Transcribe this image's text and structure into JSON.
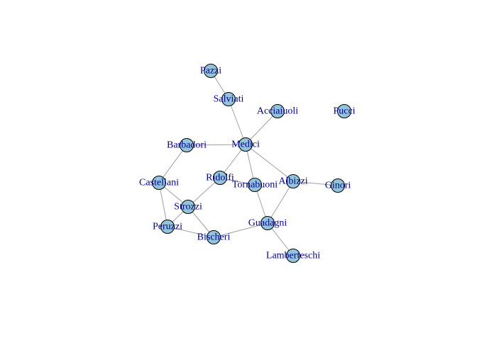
{
  "graph": {
    "node_color": "#94c4dc",
    "node_border_color": "#000000",
    "label_color": "#00008b",
    "edge_color": "#a0a0a0",
    "nodes": [
      {
        "id": "pazzi",
        "label": "Pazzi"
      },
      {
        "id": "salviati",
        "label": "Salviati"
      },
      {
        "id": "acciaiuoli",
        "label": "Acciaiuoli"
      },
      {
        "id": "pucci",
        "label": "Pucci"
      },
      {
        "id": "barbadori",
        "label": "Barbadori"
      },
      {
        "id": "medici",
        "label": "Medici"
      },
      {
        "id": "ridolfi",
        "label": "Ridolfi"
      },
      {
        "id": "tornabuoni",
        "label": "Tornabuoni"
      },
      {
        "id": "albizzi",
        "label": "Albizzi"
      },
      {
        "id": "ginori",
        "label": "Ginori"
      },
      {
        "id": "castellani",
        "label": "Castellani"
      },
      {
        "id": "strozzi",
        "label": "Strozzi"
      },
      {
        "id": "peruzzi",
        "label": "Peruzzi"
      },
      {
        "id": "bischeri",
        "label": "Bischeri"
      },
      {
        "id": "guadagni",
        "label": "Guadagni"
      },
      {
        "id": "lamberteschi",
        "label": "Lamberteschi"
      }
    ],
    "edges": [
      [
        "pazzi",
        "salviati"
      ],
      [
        "salviati",
        "medici"
      ],
      [
        "acciaiuoli",
        "medici"
      ],
      [
        "barbadori",
        "medici"
      ],
      [
        "barbadori",
        "castellani"
      ],
      [
        "medici",
        "ridolfi"
      ],
      [
        "medici",
        "tornabuoni"
      ],
      [
        "medici",
        "albizzi"
      ],
      [
        "albizzi",
        "ginori"
      ],
      [
        "albizzi",
        "guadagni"
      ],
      [
        "ridolfi",
        "tornabuoni"
      ],
      [
        "ridolfi",
        "strozzi"
      ],
      [
        "tornabuoni",
        "guadagni"
      ],
      [
        "castellani",
        "strozzi"
      ],
      [
        "castellani",
        "peruzzi"
      ],
      [
        "strozzi",
        "peruzzi"
      ],
      [
        "strozzi",
        "bischeri"
      ],
      [
        "peruzzi",
        "bischeri"
      ],
      [
        "bischeri",
        "guadagni"
      ],
      [
        "guadagni",
        "lamberteschi"
      ]
    ]
  }
}
